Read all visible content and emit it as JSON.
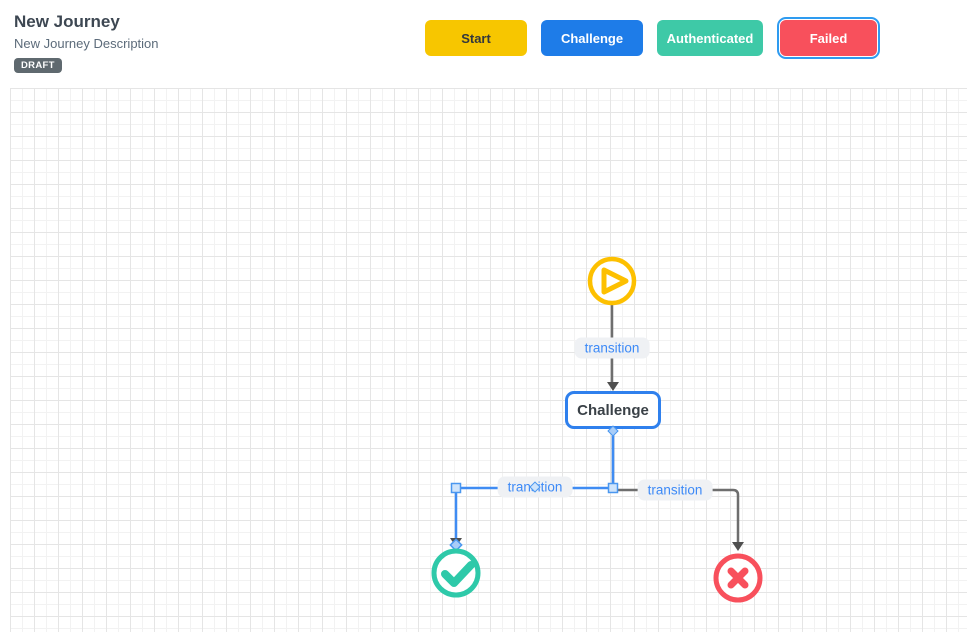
{
  "header": {
    "title": "New Journey",
    "description": "New Journey Description",
    "status_badge": "DRAFT"
  },
  "toolbar": {
    "state_buttons": [
      {
        "label": "Start",
        "color": "#f7c600",
        "text_color": "#33383d",
        "selected": false
      },
      {
        "label": "Challenge",
        "color": "#1e7ce8",
        "text_color": "#ffffff",
        "selected": false
      },
      {
        "label": "Authenticated",
        "color": "#3ec9a7",
        "text_color": "#ffffff",
        "selected": false
      },
      {
        "label": "Failed",
        "color": "#f8505c",
        "text_color": "#ffffff",
        "selected": true,
        "selection_outline": "#2e9bf0"
      }
    ]
  },
  "canvas": {
    "nodes": [
      {
        "id": "start",
        "kind": "start",
        "icon": "play-icon",
        "color": "#fdc000"
      },
      {
        "id": "challenge",
        "kind": "state",
        "label": "Challenge",
        "border_color": "#2f80ed"
      },
      {
        "id": "authenticated",
        "kind": "success",
        "icon": "check-icon",
        "color": "#2ec9a9"
      },
      {
        "id": "failed",
        "kind": "failure",
        "icon": "cross-icon",
        "color": "#f8505c"
      }
    ],
    "edges": [
      {
        "label": "transition",
        "from": "start",
        "to": "challenge",
        "color": "#6e6e6e",
        "selected": false
      },
      {
        "label": "transition",
        "from": "challenge",
        "to": "authenticated",
        "color": "#3f8cf3",
        "selected": true
      },
      {
        "label": "transition",
        "from": "challenge",
        "to": "failed",
        "color": "#6e6e6e",
        "selected": false
      }
    ]
  }
}
